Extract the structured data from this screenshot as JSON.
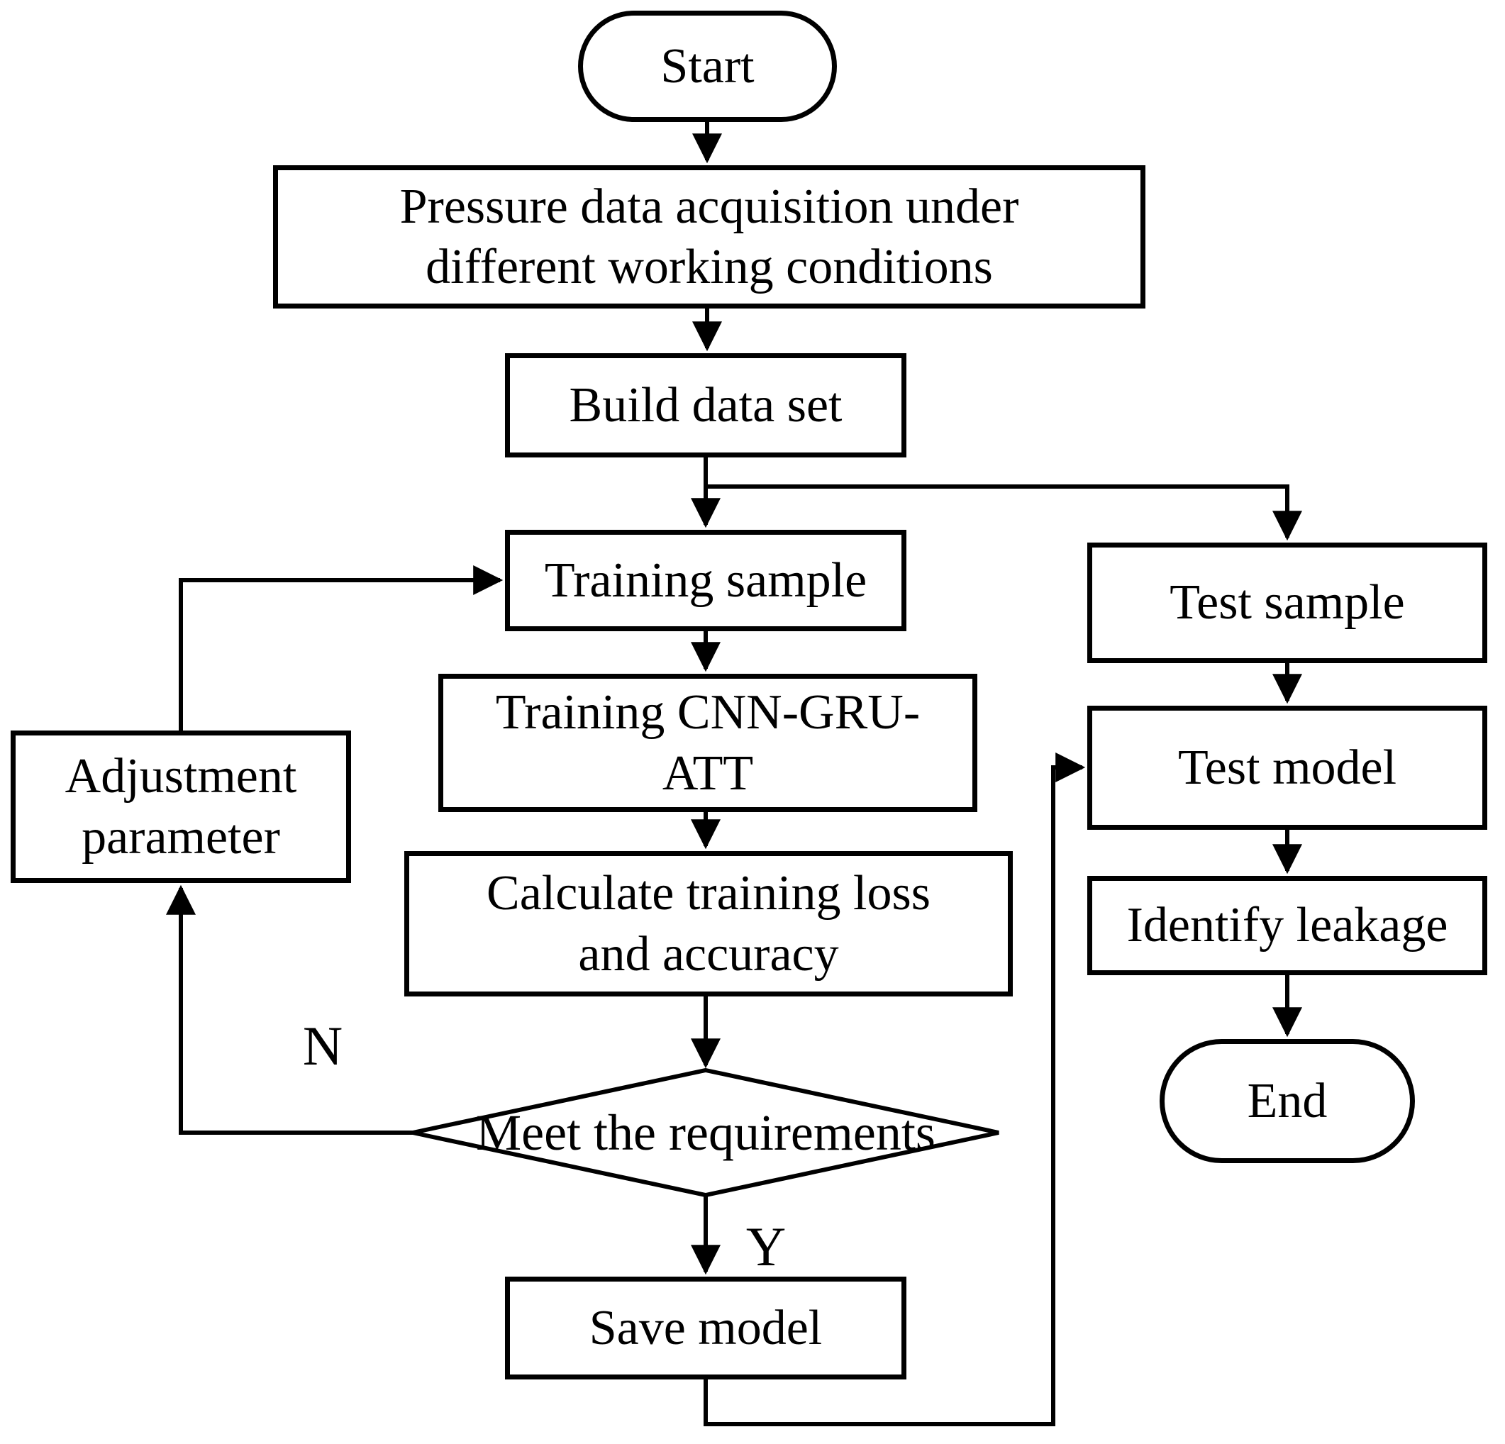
{
  "diagram": {
    "colors": {
      "line": "#000000",
      "fill": "#ffffff"
    },
    "nodes": {
      "start": {
        "shape": "terminator",
        "label": "Start"
      },
      "pressure": {
        "shape": "process",
        "label": [
          "Pressure data acquisition under",
          "different working conditions"
        ]
      },
      "build": {
        "shape": "process",
        "label": "Build data set"
      },
      "training_sample": {
        "shape": "process",
        "label": "Training sample"
      },
      "test_sample": {
        "shape": "process",
        "label": "Test sample"
      },
      "training_cnn": {
        "shape": "process",
        "label": [
          "Training CNN-GRU-",
          "ATT"
        ]
      },
      "adjustment": {
        "shape": "process",
        "label": [
          "Adjustment",
          "parameter"
        ]
      },
      "test_model": {
        "shape": "process",
        "label": "Test model"
      },
      "calculate": {
        "shape": "process",
        "label": [
          "Calculate training loss",
          "and accuracy"
        ]
      },
      "identify": {
        "shape": "process",
        "label": "Identify leakage"
      },
      "decision": {
        "shape": "decision",
        "label": "Meet the requirements"
      },
      "save": {
        "shape": "process",
        "label": "Save model"
      },
      "end": {
        "shape": "terminator",
        "label": "End"
      }
    },
    "edge_labels": {
      "no": "N",
      "yes": "Y"
    }
  }
}
